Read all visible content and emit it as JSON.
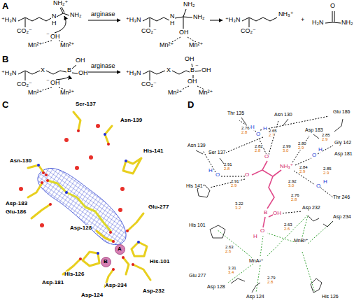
{
  "diagram": {
    "nodes": [
      {
        "text": [
          "A"
        ]
      },
      {
        "text": [
          "B"
        ]
      }
    ],
    "labels": [
      "A",
      "⁺H₃N",
      "CO₂⁻",
      "NH₂⁺",
      "N",
      "H",
      "NH₂",
      "⁻",
      "OH",
      "Mn²⁺",
      "Mn²⁺",
      "arginase",
      "⁺H₃N",
      "CO₂⁻",
      "N",
      "H",
      "NH₂",
      "NH₂",
      "OH",
      "Mn²⁺",
      "Mn²⁺",
      "⁺H₃N",
      "CO₂⁻",
      "NH₃⁺",
      "+",
      "H₂N",
      "O",
      "NH₂",
      "B",
      "⁺H₃N",
      "CO₂⁻",
      "X",
      "B",
      "OH",
      "OH",
      "⁻",
      "OH",
      "Mn²⁺",
      "Mn²⁺",
      "arginase",
      "⁺H₃N",
      "CO₂⁻",
      "X",
      "B",
      "OH",
      "OH",
      "⁻",
      "OH",
      "Mn²⁺",
      "Mn²⁺",
      "C",
      "Ser-137",
      "Asn-139",
      "Asn-130",
      "His-141",
      "Asp-183",
      "Glu-186",
      "Asp-128",
      "His-126",
      "Glu-277",
      "His-101",
      "Asp-181",
      "Asp-124",
      "Asp-234",
      "Asp-232",
      "D",
      "Thr 135",
      "Asn 130",
      "Asp 183",
      "Glu 186",
      "Gly 142",
      "Asp 181",
      "Asn 139",
      "Ser 137",
      "His 141",
      "Thr 246",
      "Asp 232",
      "Asp 234",
      "His 101",
      "Glu 277",
      "Asp 128",
      "Asp 124",
      "His 126",
      "MnA²⁺",
      "MnB²⁺",
      "O",
      "O",
      "NH₃⁺",
      "B",
      "OH",
      "O",
      "H",
      "O",
      "H",
      "H",
      "O",
      "H",
      "O",
      "H",
      "O",
      "H",
      "2.76",
      "2.8",
      "2.65",
      "2.7",
      "2.82",
      "2.8",
      "2.99",
      "3.0",
      "2.80",
      "2.9",
      "2.85",
      "2.9",
      "2.91",
      "2.8",
      "2.91",
      "2.9",
      "2.84",
      "2.9",
      "2.92",
      "3.0",
      "2.85",
      "2.9",
      "2.76",
      "2.8",
      "3.22",
      "3.2",
      "2.63",
      "2.6",
      "2.63",
      "2.6",
      "3.31",
      "3.4",
      "2.79",
      "2.8"
    ]
  }
}
